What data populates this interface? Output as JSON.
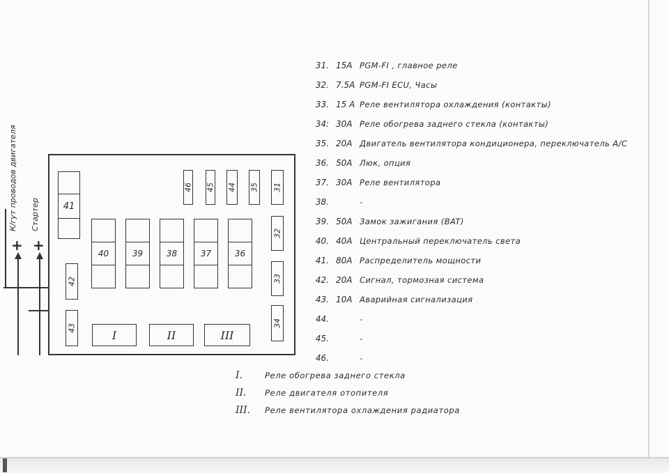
{
  "side_labels": {
    "starter": "Стартер",
    "engine_harness": "К/гут проводов двигателя"
  },
  "relays": {
    "r1": "I",
    "r2": "II",
    "r3": "III"
  },
  "fuses": {
    "f31": "31",
    "f32": "32",
    "f33": "33",
    "f34": "34",
    "f35": "35",
    "f36": "36",
    "f37": "37",
    "f38": "38",
    "f39": "39",
    "f40": "40",
    "f41": "41",
    "f42": "42",
    "f43": "43",
    "f44": "44",
    "f45": "45",
    "f46": "46"
  },
  "fuse_list": [
    {
      "num": "31.",
      "amp": "15A",
      "desc": "PGM-FI , главное реле"
    },
    {
      "num": "32.",
      "amp": "7.5A",
      "desc": "PGM-FI ECU, Часы"
    },
    {
      "num": "33.",
      "amp": "15 A",
      "desc": "Реле вентилятора охлаждения (контакты)"
    },
    {
      "num": "34:",
      "amp": "30A",
      "desc": "Реле обогрева заднего стекла (контакты)"
    },
    {
      "num": "35.",
      "amp": "20A",
      "desc": "Двигатель вентилятора кондиционера, переключатель А/С"
    },
    {
      "num": "36.",
      "amp": "50A",
      "desc": "Люк, опция"
    },
    {
      "num": "37.",
      "amp": "30A",
      "desc": "Реле вентилятора"
    },
    {
      "num": "38.",
      "amp": "",
      "desc": "-"
    },
    {
      "num": "39.",
      "amp": "50A",
      "desc": "Замок зажигания (BAT)"
    },
    {
      "num": "40.",
      "amp": "40A",
      "desc": "Центральный переключатель света"
    },
    {
      "num": "41.",
      "amp": "80A",
      "desc": "Распределитель мощности"
    },
    {
      "num": "42.",
      "amp": "20A",
      "desc": "Сигнал, тормозная система"
    },
    {
      "num": "43.",
      "amp": "10A",
      "desc": "Аварийная сигнализация"
    },
    {
      "num": "44.",
      "amp": "",
      "desc": "-"
    },
    {
      "num": "45.",
      "amp": "",
      "desc": "-"
    },
    {
      "num": "46.",
      "amp": "",
      "desc": "-"
    }
  ],
  "relay_legend": [
    {
      "num": "I.",
      "desc": "Реле обогрева заднего стекла"
    },
    {
      "num": "II.",
      "desc": "Реле двигателя отопителя"
    },
    {
      "num": "III.",
      "desc": "Реле вентилятора охлаждения радиатора"
    }
  ]
}
